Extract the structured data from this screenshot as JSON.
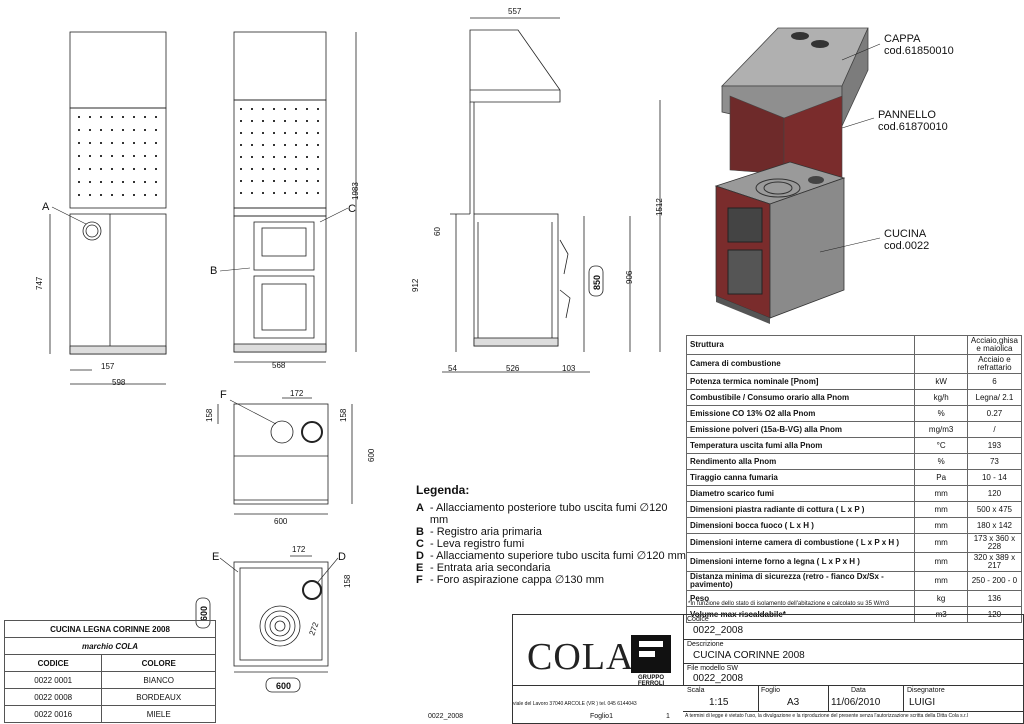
{
  "dimensions": {
    "hood_depth": "557",
    "height_total": "1983",
    "height_side": "1512",
    "height_747": "747",
    "offset_157": "157",
    "width_598": "598",
    "width_568": "568",
    "h_912": "912",
    "h_906": "906",
    "h_850": "850",
    "h_60": "60",
    "d_54": "54",
    "d_526": "526",
    "d_103": "103",
    "top_172": "172",
    "top_158a": "158",
    "top_158b": "158",
    "top_600w": "600",
    "top_600h": "600",
    "plan_172": "172",
    "plan_158": "158",
    "plan_600w": "600",
    "plan_600h": "600",
    "plate_272": "272"
  },
  "callouts": {
    "A": "A",
    "B": "B",
    "C": "C",
    "D": "D",
    "E": "E",
    "F": "F"
  },
  "parts": {
    "cappa_name": "CAPPA",
    "cappa_code": "cod.61850010",
    "pannello_name": "PANNELLO",
    "pannello_code": "cod.61870010",
    "cucina_name": "CUCINA",
    "cucina_code": "cod.0022"
  },
  "spec_rows": [
    {
      "name": "Struttura",
      "unit": "",
      "value": "Acciaio,ghisa e maiolica"
    },
    {
      "name": "Camera di combustione",
      "unit": "",
      "value": "Acciaio e refrattario"
    },
    {
      "name": "Potenza termica nominale [Pnom]",
      "unit": "kW",
      "value": "6"
    },
    {
      "name": "Combustibile / Consumo orario alla Pnom",
      "unit": "kg/h",
      "value": "Legna/ 2.1"
    },
    {
      "name": "Emissione CO 13% O2 alla Pnom",
      "unit": "%",
      "value": "0.27"
    },
    {
      "name": "Emissione polveri (15a-B-VG) alla Pnom",
      "unit": "mg/m3",
      "value": "/"
    },
    {
      "name": "Temperatura uscita fumi alla Pnom",
      "unit": "°C",
      "value": "193"
    },
    {
      "name": "Rendimento alla Pnom",
      "unit": "%",
      "value": "73"
    },
    {
      "name": "Tiraggio canna fumaria",
      "unit": "Pa",
      "value": "10 - 14"
    },
    {
      "name": "Diametro scarico fumi",
      "unit": "mm",
      "value": "120"
    },
    {
      "name": "Dimensioni piastra radiante di cottura ( L x P )",
      "unit": "mm",
      "value": "500 x 475"
    },
    {
      "name": "Dimensioni bocca fuoco ( L x H )",
      "unit": "mm",
      "value": "180 x 142"
    },
    {
      "name": "Dimensioni interne camera di combustione ( L x P x H )",
      "unit": "mm",
      "value": "173 x 360 x 228"
    },
    {
      "name": "Dimensioni interne forno a legna ( L x P x H )",
      "unit": "mm",
      "value": "320 x 389 x 217"
    },
    {
      "name": "Distanza minima di sicurezza (retro - fianco Dx/Sx - pavimento)",
      "unit": "mm",
      "value": "250 - 200 - 0"
    },
    {
      "name": "Peso",
      "unit": "kg",
      "value": "136"
    },
    {
      "name": "Volume max riscaldabile*",
      "unit": "m3",
      "value": "120"
    }
  ],
  "spec_note": "*In funzione dello stato di isolamento dell'abitazione e calcolato su 35 W/m3",
  "legend": {
    "title": "Legenda:",
    "items": [
      {
        "key": "A",
        "text": "- Allacciamento posteriore tubo uscita fumi ∅120 mm"
      },
      {
        "key": "B",
        "text": "- Registro aria primaria"
      },
      {
        "key": "C",
        "text": "- Leva registro fumi"
      },
      {
        "key": "D",
        "text": "- Allacciamento superiore tubo uscita fumi ∅120 mm"
      },
      {
        "key": "E",
        "text": "- Entrata aria secondaria"
      },
      {
        "key": "F",
        "text": "- Foro aspirazione cappa ∅130 mm"
      }
    ]
  },
  "codes_table": {
    "title": "CUCINA LEGNA  CORINNE 2008",
    "subtitle": "marchio  COLA",
    "header_code": "CODICE",
    "header_color": "COLORE",
    "rows": [
      {
        "code": "0022 0001",
        "color": "BIANCO"
      },
      {
        "code": "0022 0008",
        "color": "BORDEAUX"
      },
      {
        "code": "0022 0016",
        "color": "MIELE"
      }
    ]
  },
  "title_block": {
    "logo": "COLA",
    "group_1": "GRUPPO",
    "group_2": "FERROLI",
    "address": "viale del Lavoro 37040  ARCOLE (VR ) tel. 045 6144043",
    "codice_label": "Codice",
    "codice_value": "0022_2008",
    "descr_label": "Descrizione",
    "descr_value": "CUCINA CORINNE 2008",
    "file_label": "File modello SW",
    "file_value": "0022_2008",
    "scala_label": "Scala",
    "scala_value": "1:15",
    "foglio_label": "Foglio",
    "foglio_value": "A3",
    "data_label": "Data",
    "data_value": "11/06/2010",
    "disegn_label": "Disegnatore",
    "disegn_value": "LUIGI",
    "copyright": "A termini di legge è vietato l'uso, la divulgazione e la riproduzione del presente senza l'autorizzazione scritta della Ditta Cola s.r.l"
  },
  "footer": {
    "file": "0022_2008",
    "sheet": "Foglio1",
    "page": "1"
  },
  "colors": {
    "line": "#222222",
    "tile": "#7a2c2c",
    "metal": "#8c8c8c"
  }
}
